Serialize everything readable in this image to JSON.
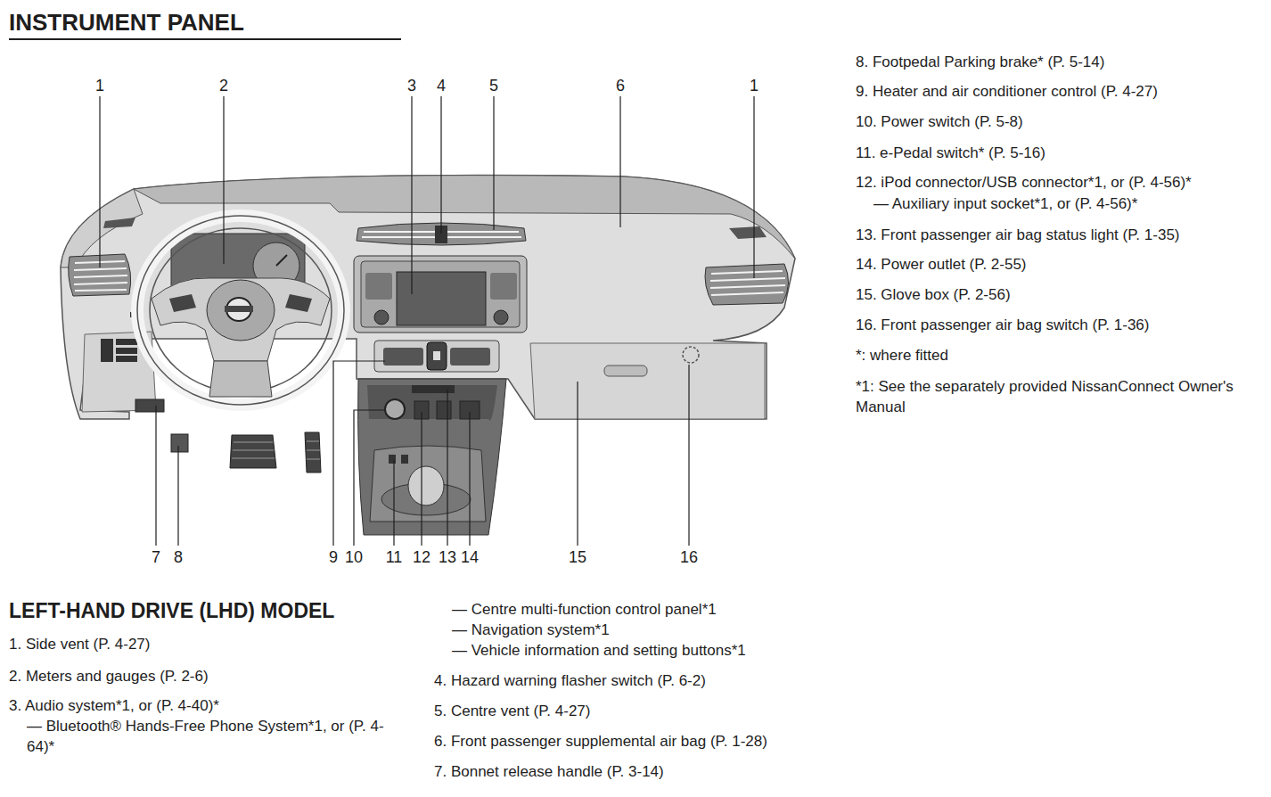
{
  "diagram": {
    "title": "INSTRUMENT PANEL",
    "labels": [
      "1",
      "2",
      "3",
      "4",
      "5",
      "6",
      "1",
      "7",
      "8",
      "9",
      "10",
      "11",
      "12",
      "13",
      "14",
      "15",
      "16",
      "LEFT-HAND DRIVE (LHD) MODEL",
      "1. Side vent (P. 4-27)",
      "2. Meters and gauges (P. 2-6)",
      "3. Audio system*1, or (P. 4-40)*",
      "— Bluetooth® Hands-Free Phone System*1, or (P. 4-64)*",
      "— Centre multi-function control panel*1",
      "— Navigation system*1",
      "— Vehicle information and setting buttons*1",
      "4. Hazard warning flasher switch (P. 6-2)",
      "5. Centre vent (P. 4-27)",
      "6. Front passenger supplemental air bag (P. 1-28)",
      "7. Bonnet release handle (P. 3-14)",
      "8. Footpedal Parking brake* (P. 5-14)",
      "9. Heater and air conditioner control (P. 4-27)",
      "10. Power switch (P. 5-8)",
      "11. e-Pedal switch* (P. 5-16)",
      "12. iPod connector/USB connector*1, or (P. 4-56)*",
      "— Auxiliary input socket*1, or (P. 4-56)*",
      "13. Front passenger air bag status light (P. 1-35)",
      "14. Power outlet (P. 2-55)",
      "15. Glove box (P. 2-56)",
      "16. Front passenger air bag switch (P. 1-36)",
      "*: where fitted",
      "*1: See the separately provided NissanConnect Owner's Manual"
    ]
  }
}
